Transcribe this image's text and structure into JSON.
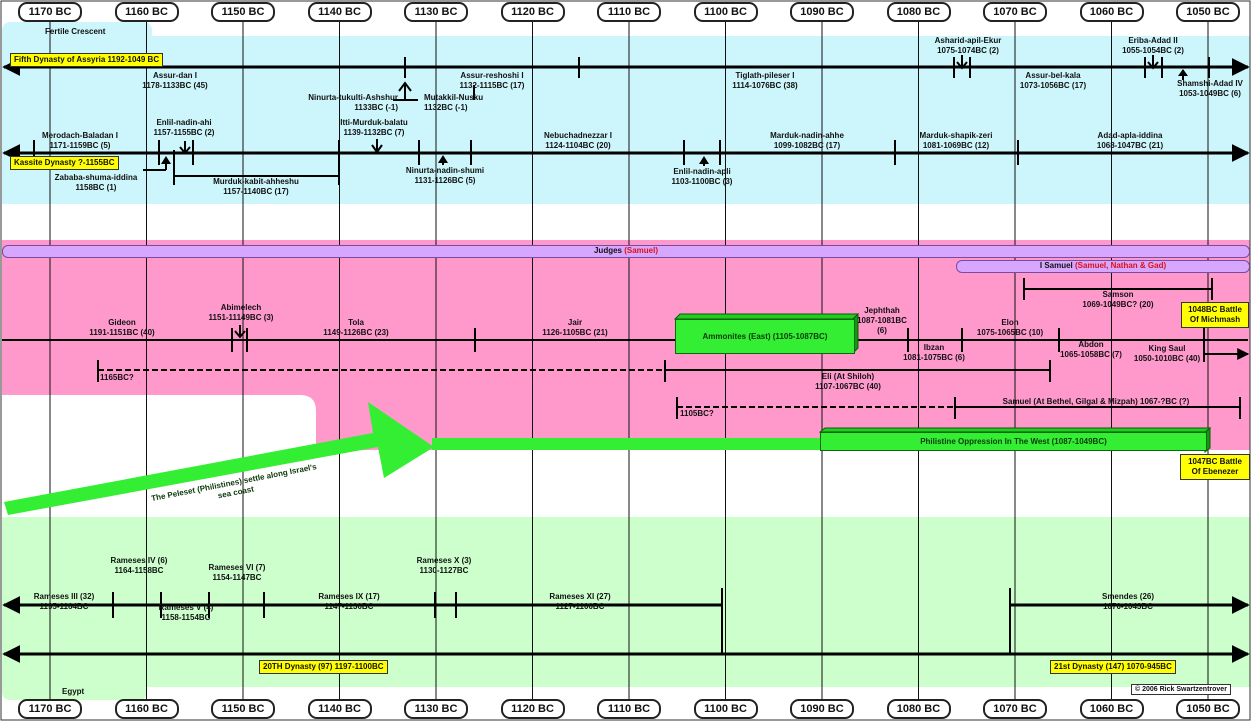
{
  "axis": {
    "ticks": [
      "1170 BC",
      "1160 BC",
      "1150 BC",
      "1140 BC",
      "1130 BC",
      "1120 BC",
      "1110 BC",
      "1100 BC",
      "1090 BC",
      "1080 BC",
      "1070 BC",
      "1060 BC",
      "1050 BC"
    ]
  },
  "regions": {
    "top": "Fertile Crescent",
    "bottom": "Egypt"
  },
  "assyria": {
    "dynasty": "Fifth Dynasty of  Assyria 1192-1049 BC",
    "kings": [
      {
        "name": "Assur-dan I",
        "dates": "1178-1133BC (45)"
      },
      {
        "name": "Ninurta-tukulti-Ashshur",
        "dates": "1133BC (-1)"
      },
      {
        "name": "Mutakkil-Nusku",
        "dates": "1132BC (-1)"
      },
      {
        "name": "Assur-reshoshi I",
        "dates": "1132-1115BC (17)"
      },
      {
        "name": "Tiglath-pileser I",
        "dates": "1114-1076BC (38)"
      },
      {
        "name": "Asharid-apil-Ekur",
        "dates": "1075-1074BC (2)"
      },
      {
        "name": "Assur-bel-kala",
        "dates": "1073-1056BC (17)"
      },
      {
        "name": "Eriba-Adad II",
        "dates": "1055-1054BC (2)"
      },
      {
        "name": "Shamshi-Adad IV",
        "dates": "1053-1049BC (6)"
      }
    ]
  },
  "babylon": {
    "dynasty": "Kassite Dynasty ?-1155BC",
    "kings": [
      {
        "name": "Merodach-Baladan I",
        "dates": "1171-1159BC (5)"
      },
      {
        "name": "Enlil-nadin-ahi",
        "dates": "1157-1155BC (2)"
      },
      {
        "name": "Zababa-shuma-iddina",
        "dates": "1158BC (1)"
      },
      {
        "name": "Murduk-kabit-ahheshu",
        "dates": "1157-1140BC (17)"
      },
      {
        "name": "Itti-Murduk-balatu",
        "dates": "1139-1132BC (7)"
      },
      {
        "name": "Ninurta-nadin-shumi",
        "dates": "1131-1126BC (5)"
      },
      {
        "name": "Nebuchadnezzar I",
        "dates": "1124-1104BC (20)"
      },
      {
        "name": "Enlil-nadin-apli",
        "dates": "1103-1100BC (3)"
      },
      {
        "name": "Marduk-nadin-ahhe",
        "dates": "1099-1082BC (17)"
      },
      {
        "name": "Marduk-shapik-zeri",
        "dates": "1081-1069BC (12)"
      },
      {
        "name": "Adad-apla-iddina",
        "dates": "1068-1047BC (21)"
      }
    ]
  },
  "israel": {
    "judges_bar": {
      "label": "Judges ",
      "people": "(Samuel)"
    },
    "samuel_bar": {
      "label": "I Samuel ",
      "people": "(Samuel, Nathan & Gad)"
    },
    "judges": [
      {
        "name": "Gideon",
        "dates": "1191-1151BC (40)"
      },
      {
        "name": "Abimelech",
        "dates": "1151-11149BC (3)"
      },
      {
        "name": "Tola",
        "dates": "1149-1126BC (23)"
      },
      {
        "name": "Jair",
        "dates": "1126-1105BC (21)"
      },
      {
        "name": "Jephthah",
        "dates": "1087-1081BC",
        "extra": "(6)"
      },
      {
        "name": "Ibzan",
        "dates": "1081-1075BC (6)"
      },
      {
        "name": "Elon",
        "dates": "1075-1065BC (10)"
      },
      {
        "name": "Abdon",
        "dates": "1065-1058BC (7)"
      },
      {
        "name": "King Saul",
        "dates": "1050-1010BC (40)"
      },
      {
        "name": "Samson",
        "dates": "1069-1049BC? (20)"
      }
    ],
    "ammonites": "Ammonites (East) (1105-1087BC)",
    "eli": {
      "name": "Eli (At Shiloh)",
      "dates": "1107-1067BC (40)",
      "start": "1165BC?"
    },
    "samuel": {
      "label": "Samuel (At Bethel, Gilgal & Mizpah) 1067-?BC (?)",
      "start": "1105BC?"
    },
    "philistine": "Philistine Oppression In The West (1087-1049BC)",
    "peleset": "The Peleset (Philistines) settle along Israel's sea coast",
    "michmash": "1048BC Battle Of Michmash",
    "ebenezer": "1047BC Battle Of Ebenezer"
  },
  "egypt": {
    "dynasty20": "20TH Dynasty (97) 1197-1100BC",
    "dynasty21": "21st Dynasty (147) 1070-945BC",
    "pharaohs": [
      {
        "name": "Rameses III (32)",
        "dates": "1195-1164BC"
      },
      {
        "name": "Rameses IV (6)",
        "dates": "1164-1158BC"
      },
      {
        "name": "Rameses V (4)",
        "dates": "1158-1154BC"
      },
      {
        "name": "Rameses VI (7)",
        "dates": "1154-1147BC"
      },
      {
        "name": "Rameses IX (17)",
        "dates": "1147-1130BC"
      },
      {
        "name": "Rameses X (3)",
        "dates": "1130-1127BC"
      },
      {
        "name": "Rameses XI (27)",
        "dates": "1127-1100BC"
      },
      {
        "name": "Smendes (26)",
        "dates": "1070-1043BC"
      }
    ]
  },
  "copyright": "© 2006 Rick Swartzentrover",
  "colors": {
    "crescent": "#ccf6fb",
    "israel": "#ff99cc",
    "egypt": "#ccffcc",
    "green": "#33ee33",
    "yellow": "#ffff00",
    "lilac": "#d7a6ff"
  }
}
